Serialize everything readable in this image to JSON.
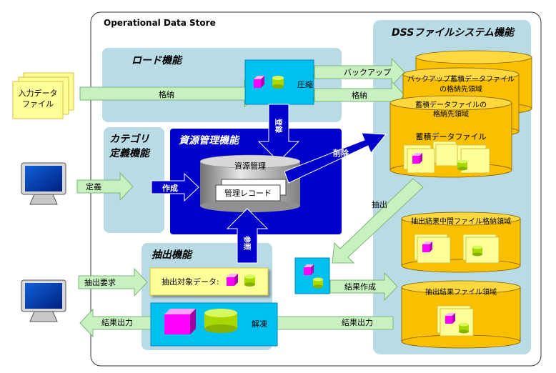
{
  "store_title": "Operational Data Store",
  "panels": {
    "load": "ロード機能",
    "category": [
      "カテゴリ",
      "定義機能"
    ],
    "resource": "資源管理機能",
    "extract": "抽出機能",
    "dss": "DSSファイルシステム機能"
  },
  "load_box": {
    "label": "圧縮"
  },
  "input_file": [
    "入力データ",
    "ファイル"
  ],
  "labels": {
    "store_arrow": "格納",
    "backup": "バックアップ",
    "store_arrow2": "格納",
    "register": "登録",
    "delete": "削除",
    "define": "定義",
    "create": "作成",
    "reference": "参照",
    "extract": "抽出",
    "extract_request": "抽出要求",
    "result_create": "結果作成",
    "result_output_left": "結果出力",
    "result_output_right": "結果出力",
    "decompress": "解凍"
  },
  "resource_cylinder": {
    "title": "資源管理",
    "record": "管理レコード"
  },
  "extract_target": "抽出対象データ:",
  "dss_cylinders": {
    "backup": [
      "バックアップ蓄積データファイル",
      "の格納先領域"
    ],
    "store": [
      "蓄積データファイルの",
      "格納先領域"
    ],
    "data_file": "蓄積データファイル",
    "intermediate": "抽出結果中間ファイル格納領域",
    "result": "抽出結果ファイル領域"
  },
  "colors": {
    "panel_blue": "#b9dbe6",
    "dark_blue": "#0000cc",
    "cyan": "#00c0f0",
    "arrow_green": "#c8f0c0",
    "cylinder_yellow": "#f8c000",
    "magenta": "#ff00ff",
    "lime": "#a8d800",
    "note_yellow": "#ffff99"
  }
}
